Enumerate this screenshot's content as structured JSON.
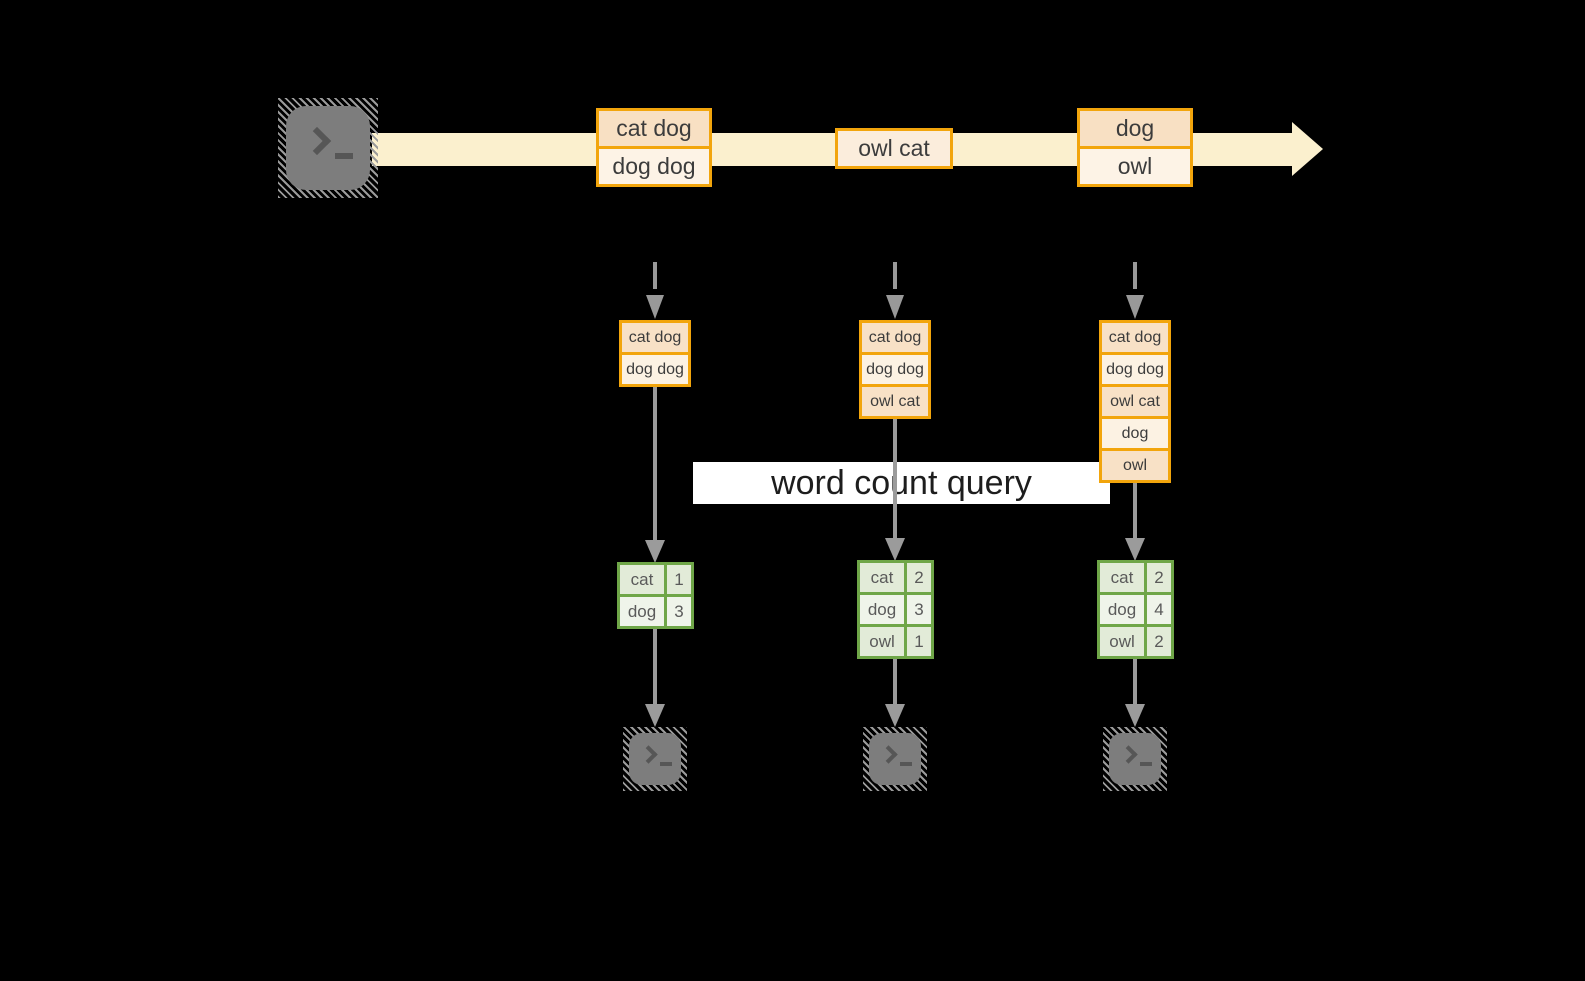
{
  "banner": {
    "label": "word count query"
  },
  "timeline": {
    "source_icon": "terminal",
    "events": [
      {
        "lines": [
          "cat dog",
          "dog dog"
        ]
      },
      {
        "lines": [
          "owl cat"
        ]
      },
      {
        "lines": [
          "dog",
          "owl"
        ]
      }
    ]
  },
  "columns": [
    {
      "records": [
        "cat dog",
        "dog dog"
      ],
      "counts": [
        {
          "word": "cat",
          "count": "1"
        },
        {
          "word": "dog",
          "count": "3"
        }
      ],
      "sink_icon": "terminal"
    },
    {
      "records": [
        "cat dog",
        "dog dog",
        "owl cat"
      ],
      "counts": [
        {
          "word": "cat",
          "count": "2"
        },
        {
          "word": "dog",
          "count": "3"
        },
        {
          "word": "owl",
          "count": "1"
        }
      ],
      "sink_icon": "terminal"
    },
    {
      "records": [
        "cat dog",
        "dog dog",
        "owl cat",
        "dog",
        "owl"
      ],
      "counts": [
        {
          "word": "cat",
          "count": "2"
        },
        {
          "word": "dog",
          "count": "4"
        },
        {
          "word": "owl",
          "count": "2"
        }
      ],
      "sink_icon": "terminal"
    }
  ],
  "colors": {
    "background": "#000000",
    "accent_orange": "#F2A50C",
    "cell_peach": "#F8E1C6",
    "cell_cream": "#FCF2E3",
    "timeline_fill": "#FBF0CE",
    "accent_green": "#6FA648",
    "green_cell_dark": "#E2EBD8",
    "green_cell_light": "#EFF4EA",
    "arrow_gray": "#9B9B9B",
    "terminal_gray": "#7D7D7D",
    "banner_bg": "#FFFFFF"
  }
}
